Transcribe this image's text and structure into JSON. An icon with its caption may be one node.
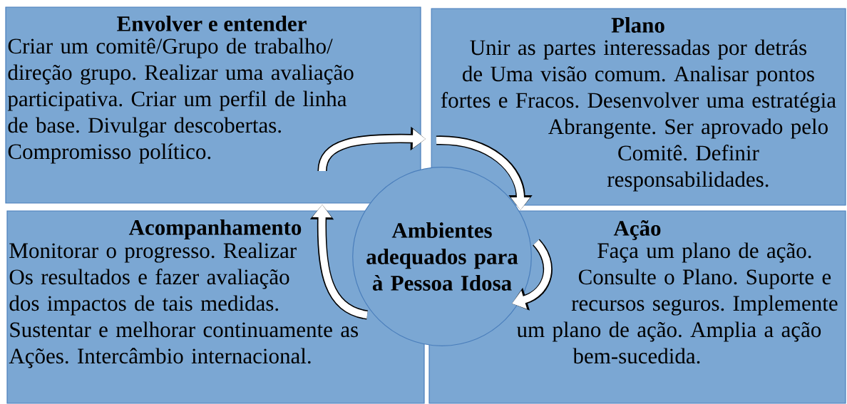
{
  "diagram": {
    "nodes": [
      {
        "text": [
          "Envolver e entender",
          "Criar um comitê/Grupo de trabalho/ direção grupo. Realizar uma avaliação participativa. Criar um perfil de linha de base. Divulgar descobertas. Compromisso político."
        ]
      },
      {
        "text": [
          "Plano",
          "Unir as partes interessadas por detrás de Uma visão comum. Analisar pontos fortes e Fracos. Desenvolver uma estratégia Abrangente. Ser aprovado pelo Comitê. Definir responsabilidades."
        ]
      },
      {
        "text": [
          "Ambientes adequados para à Pessoa Idosa"
        ]
      },
      {
        "text": [
          "Acompanhamento",
          "Monitorar o progresso. Realizar Os resultados e fazer avaliação dos impactos de tais medidas. Sustentar e melhorar continuamente as Ações. Intercâmbio internacional."
        ]
      },
      {
        "text": [
          "Ação",
          "Faça um plano de ação. Consulte o Plano. Suporte e recursos seguros. Implemente um plano de ação. Amplia a ação bem-sucedida."
        ]
      }
    ],
    "edges": [
      {
        "from": 0,
        "to": 1,
        "arrow": "to"
      },
      {
        "from": 1,
        "to": 4,
        "arrow": "to"
      },
      {
        "from": 4,
        "to": 2,
        "arrow": "to"
      },
      {
        "from": 3,
        "to": 0,
        "arrow": "to"
      }
    ]
  }
}
